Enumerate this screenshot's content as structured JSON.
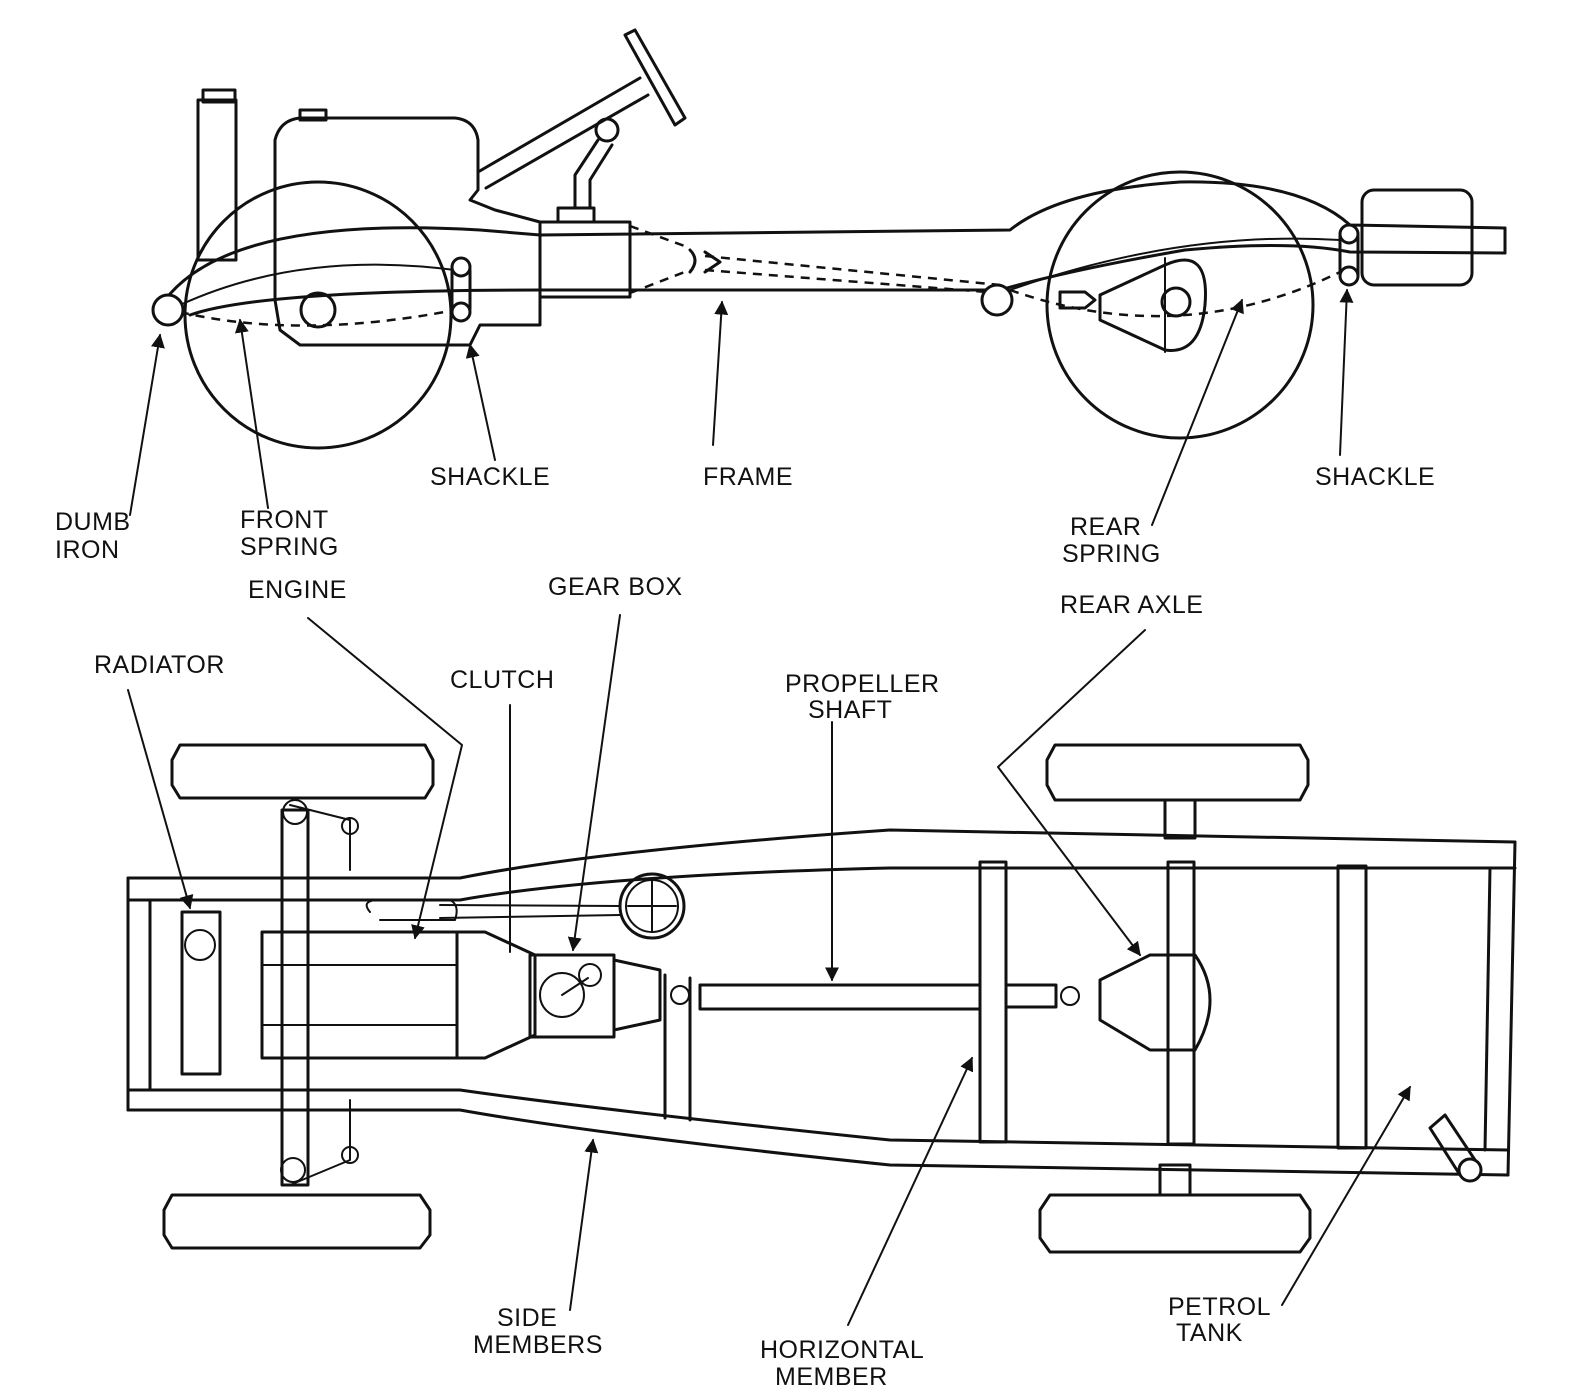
{
  "side_view": {
    "labels": {
      "dumb_iron": [
        "DUMB",
        "IRON"
      ],
      "front_spring": [
        "FRONT",
        "SPRING"
      ],
      "shackle_front": "SHACKLE",
      "frame": "FRAME",
      "rear_spring": [
        "REAR",
        "SPRING"
      ],
      "shackle_rear": "SHACKLE"
    }
  },
  "plan_view": {
    "labels": {
      "engine": "ENGINE",
      "gear_box": "GEAR BOX",
      "rear_axle": "REAR AXLE",
      "radiator": "RADIATOR",
      "clutch": "CLUTCH",
      "propeller_shaft": [
        "PROPELLER",
        "SHAFT"
      ],
      "side_members": [
        "SIDE",
        "MEMBERS"
      ],
      "horizontal_member": [
        "HORIZONTAL",
        "MEMBER"
      ],
      "petrol_tank": [
        "PETROL",
        "TANK"
      ]
    }
  }
}
